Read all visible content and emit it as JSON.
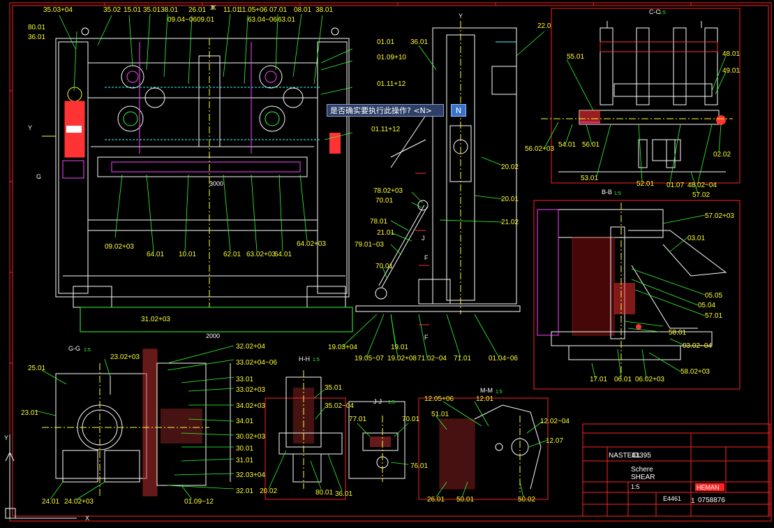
{
  "drawing": {
    "prompt": {
      "text": "是否确实要执行此操作? <N>",
      "option": "N"
    },
    "views": {
      "cc": "C-C",
      "bb": "B-B",
      "gg": "G-G",
      "hh": "H-H",
      "jj": "J-J",
      "mm": "M-M",
      "y_top": "Y",
      "x_top": "X",
      "y_left": "Y",
      "g_left": "G",
      "j": "J",
      "f1": "F",
      "f2": "F"
    },
    "scale": "1:5",
    "front_labels": [
      "35.03+04",
      "35.02",
      "15.01",
      "35.01",
      "38.01",
      "26.01",
      "X",
      "11.01",
      "11.05+06",
      "07.01",
      "08.01",
      "38.01",
      "09.04~06",
      "09.01",
      "63.04~06",
      "63.01",
      "01.01",
      "01.09+10",
      "01.11+12",
      "01.11+12",
      "80.01",
      "36.01",
      "09.02+03",
      "64.01",
      "10.01",
      "62.01",
      "63.02+03",
      "64.01",
      "64.02+03"
    ],
    "side_labels": [
      "36.01",
      "22.0",
      "20.02",
      "20.01",
      "78.02+03",
      "70.01",
      "21.02",
      "78.01",
      "21.01",
      "79.01~03",
      "70.01",
      "19.03+04",
      "19.05~07",
      "19.02+08",
      "19.01",
      "71.02~04",
      "71.01",
      "01.04~06"
    ],
    "cc_labels": [
      "55.01",
      "48.01",
      "49.01",
      "56.02+03",
      "54.01",
      "56.01",
      "53.01",
      "52.01",
      "01.07",
      "48.02~04",
      "02.02",
      "57.02"
    ],
    "bb_labels": [
      "57.02+03",
      "03.01",
      "05.05",
      "05.04",
      "57.01",
      "58.01",
      "03.02~04",
      "58.02+03",
      "17.01",
      "06.01",
      "06.02+03"
    ],
    "gg_labels": [
      "25.01",
      "23.02+03",
      "32.02+04",
      "33.02+04~06",
      "33.01",
      "33.02+03",
      "34.02+03",
      "34.01",
      "30.02+03",
      "30.01",
      "31.01",
      "32.03+04",
      "32.01",
      "23.01",
      "24.01",
      "24.02+03",
      "01.09~12"
    ],
    "hh_labels": [
      "35.01",
      "35.02~04",
      "20.02",
      "80.01",
      "36.01"
    ],
    "jj_labels": [
      "77.01",
      "70.01",
      "76.01"
    ],
    "mm_labels": [
      "12.05+06",
      "12.01",
      "51.01",
      "12.02~04",
      "12.07",
      "26.01",
      "50.01",
      "50.02"
    ],
    "dims": {
      "d1": "2000",
      "d2": "31.02+03",
      "d3": "3000"
    },
    "title_block": {
      "material_label": "NASTEEL",
      "material_code": "43395",
      "name_de": "Schere",
      "name_en": "SHEAR",
      "brand": "HEMAN",
      "drawing_no": "0758876",
      "sheet": "1",
      "scale": "1:5",
      "code": "E4461"
    }
  }
}
